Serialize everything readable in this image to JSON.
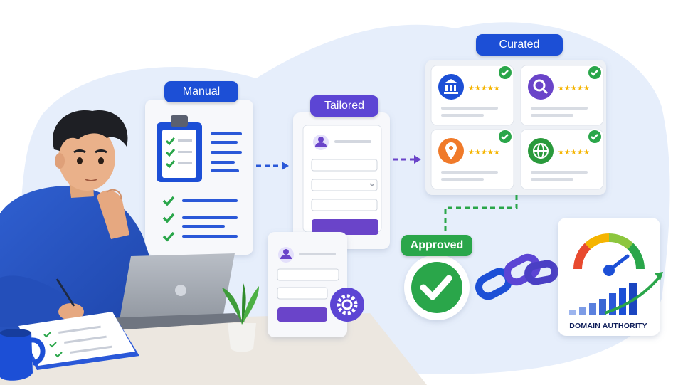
{
  "labels": {
    "manual": "Manual",
    "tailored": "Tailored",
    "curated": "Curated",
    "approved": "Approved",
    "domain_authority": "DOMAIN AUTHORITY"
  },
  "curated_cards": [
    {
      "icon": "bank-icon",
      "color": "#1c4fd6",
      "rating": "★★★★★"
    },
    {
      "icon": "search-icon",
      "color": "#6a44c9",
      "rating": "★★★★★"
    },
    {
      "icon": "location-pin-icon",
      "color": "#f07a2a",
      "rating": "★★★★★"
    },
    {
      "icon": "globe-icon",
      "color": "#2a9a3c",
      "rating": "★★★★★"
    }
  ],
  "colors": {
    "blue": "#1c4fd6",
    "purple": "#5c45d4",
    "green": "#2aa64a",
    "star": "#f5b400",
    "background_blob": "#e6eefb"
  }
}
